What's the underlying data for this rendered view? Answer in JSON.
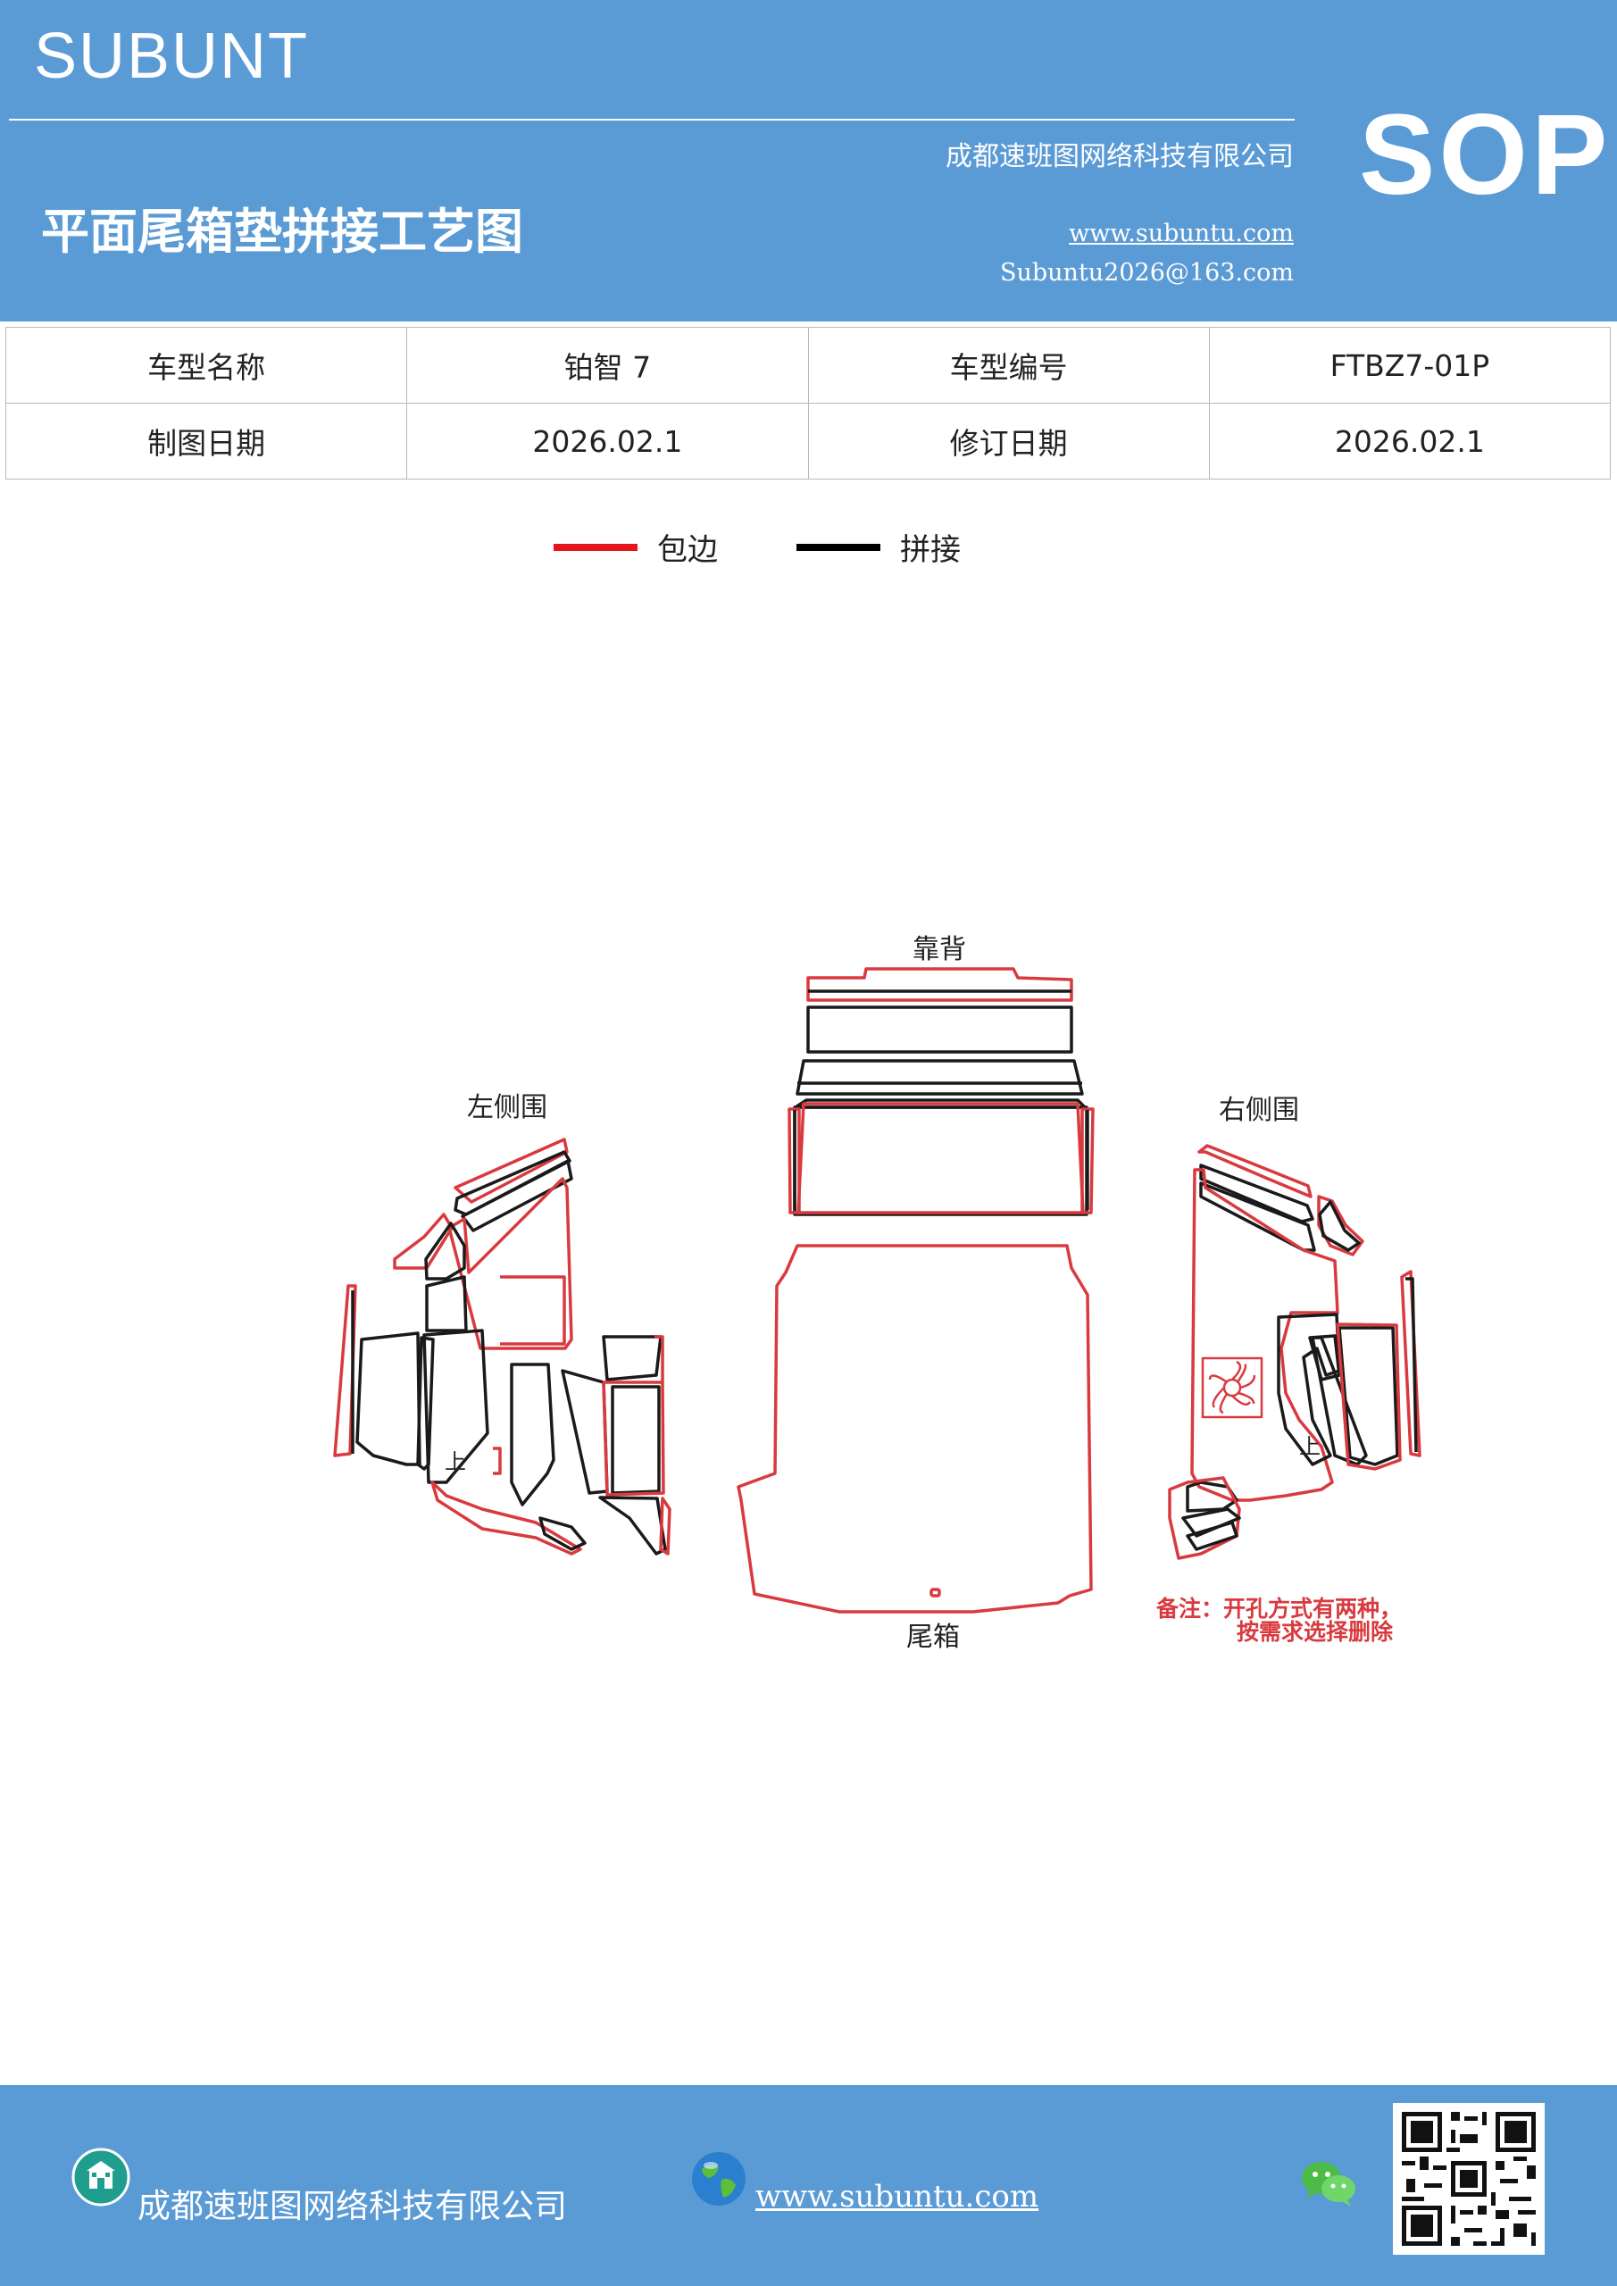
{
  "header": {
    "brand": "SUBUNT",
    "badge": "SOP",
    "title": "平面尾箱垫拼接工艺图",
    "company": "成都速班图网络科技有限公司",
    "website": "www.subuntu.com",
    "email": "Subuntu2026@163.com"
  },
  "info_table": {
    "rows": [
      [
        "车型名称",
        "铂智 7",
        "车型编号",
        "FTBZ7-01P"
      ],
      [
        "制图日期",
        "2026.02.1",
        "修订日期",
        "2026.02.1"
      ]
    ]
  },
  "legend": {
    "items": [
      {
        "label": "包边",
        "color": "#e8141b"
      },
      {
        "label": "拼接",
        "color": "#000000"
      }
    ]
  },
  "diagram": {
    "labels": {
      "backrest": "靠背",
      "left_side": "左侧围",
      "right_side": "右侧围",
      "trunk": "尾箱"
    },
    "note_line1": "备注：开孔方式有两种，",
    "note_line2": "按需求选择删除",
    "mark": "上",
    "edge_color": "#d93a3f",
    "seam_color": "#1a1a1a"
  },
  "footer": {
    "company": "成都速班图网络科技有限公司",
    "website": "www.subuntu.com"
  },
  "colors": {
    "header_bg": "#5b9bd5"
  }
}
